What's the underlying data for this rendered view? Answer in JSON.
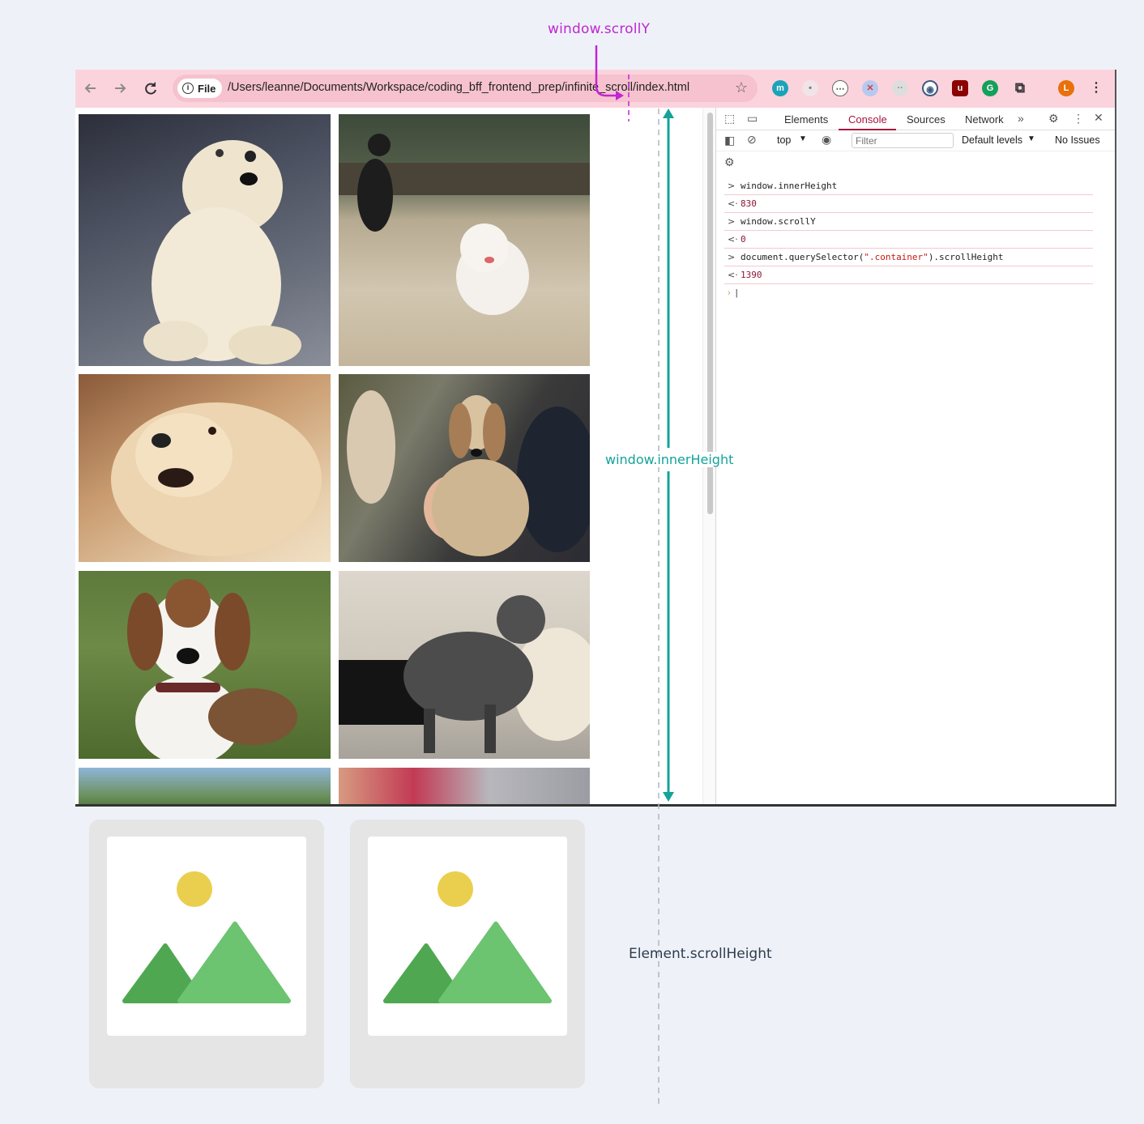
{
  "annotations": {
    "scroll_y": "window.scrollY",
    "inner_height": "window.innerHeight",
    "scroll_height": "Element.scrollHeight",
    "colors": {
      "scroll_y": "#c026d3",
      "inner_height": "#14a39a",
      "scroll_height": "#2f3a4a"
    }
  },
  "browser": {
    "nav": {
      "back_icon": "arrow-left-icon",
      "forward_icon": "arrow-right-icon",
      "reload_icon": "reload-icon"
    },
    "address_bar": {
      "chip_label": "File",
      "url": "/Users/leanne/Documents/Workspace/coding_bff_frontend_prep/infinite_scroll/index.html"
    },
    "profile_initial": "L",
    "toolbar_color": "#fbd3dd"
  },
  "devtools": {
    "tabs": [
      "Elements",
      "Console",
      "Sources",
      "Network"
    ],
    "active_tab": "Console",
    "context": "top",
    "filter_placeholder": "Filter",
    "levels": "Default levels",
    "issues": "No Issues",
    "console": [
      {
        "type": "input",
        "text": "window.innerHeight"
      },
      {
        "type": "result",
        "text": "830"
      },
      {
        "type": "input",
        "text": "window.scrollY"
      },
      {
        "type": "result",
        "text": "0"
      },
      {
        "type": "input",
        "text_pre": "document.querySelector(",
        "text_str": "\".container\"",
        "text_post": ").scrollHeight"
      },
      {
        "type": "result",
        "text": "1390"
      }
    ]
  },
  "placeholder_cards": {
    "count": 2,
    "icon": "image-placeholder-icon",
    "sun_color": "#eacf4f",
    "mountain_dark": "#4fa851",
    "mountain_light": "#6cc370"
  }
}
